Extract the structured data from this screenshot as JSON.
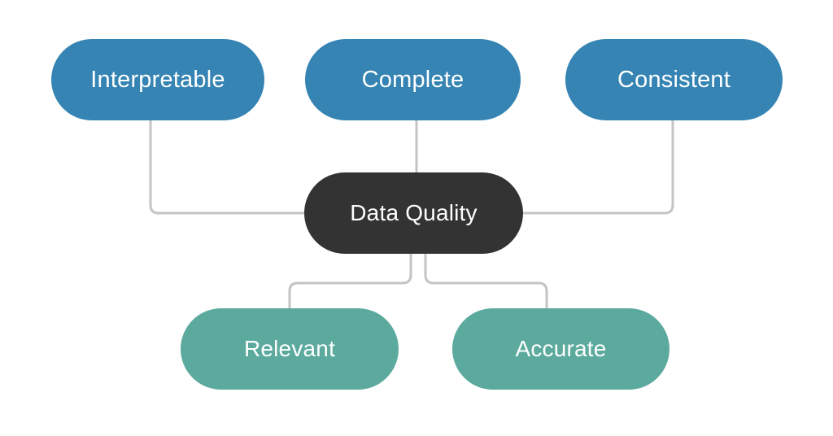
{
  "diagram": {
    "type": "hub-and-spoke",
    "title": "Data Quality",
    "center": {
      "id": "data-quality",
      "label": "Data Quality",
      "color": "#333333",
      "text_color": "#ffffff"
    },
    "groups": [
      {
        "id": "top-row",
        "color": "#3584b3",
        "text_color": "#ffffff",
        "nodes": [
          {
            "id": "interpretable",
            "label": "Interpretable"
          },
          {
            "id": "complete",
            "label": "Complete"
          },
          {
            "id": "consistent",
            "label": "Consistent"
          }
        ]
      },
      {
        "id": "bottom-row",
        "color": "#5baa9d",
        "text_color": "#ffffff",
        "nodes": [
          {
            "id": "relevant",
            "label": "Relevant"
          },
          {
            "id": "accurate",
            "label": "Accurate"
          }
        ]
      }
    ],
    "connectors": {
      "color": "#c4c4c4",
      "width": 3,
      "corner_radius": 10,
      "edges": [
        {
          "from": "interpretable",
          "to": "data-quality"
        },
        {
          "from": "complete",
          "to": "data-quality"
        },
        {
          "from": "consistent",
          "to": "data-quality"
        },
        {
          "from": "data-quality",
          "to": "relevant"
        },
        {
          "from": "data-quality",
          "to": "accurate"
        }
      ]
    },
    "background_color": "#ffffff"
  }
}
